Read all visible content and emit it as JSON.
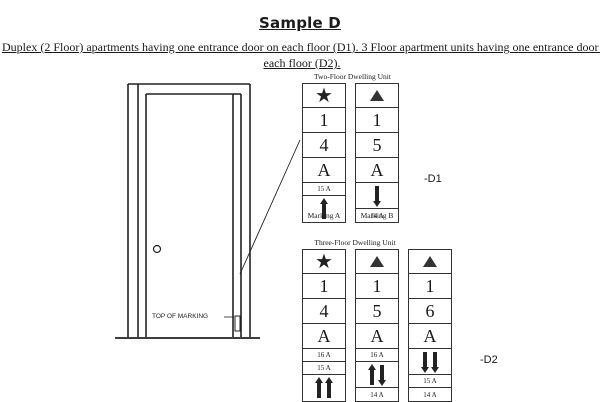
{
  "header": {
    "title": "Sample D",
    "subtitle_line1": "Duplex (2 Floor) apartments having one entrance door on each floor (D1). 3 Floor apartment units having one entrance door on",
    "subtitle_line2": "each floor (D2)."
  },
  "door": {
    "label": "TOP OF MARKING"
  },
  "two_floor": {
    "caption": "Two-Floor Dwelling Unit",
    "side_label": "-D1",
    "signs": [
      {
        "name": "Marking A",
        "symbol": "star-icon",
        "building": "1",
        "unit_number": "4",
        "unit_letter": "A",
        "floors": [
          "15 A"
        ],
        "arrows": [
          "up"
        ],
        "arrow_position": "below"
      },
      {
        "name": "Marking B",
        "symbol": "triangle-icon",
        "building": "1",
        "unit_number": "5",
        "unit_letter": "A",
        "floors": [
          "14 A"
        ],
        "arrows": [
          "down"
        ],
        "arrow_position": "above"
      }
    ]
  },
  "three_floor": {
    "caption": "Three-Floor Dwelling Unit",
    "side_label": "-D2",
    "signs": [
      {
        "symbol": "star-icon",
        "building": "1",
        "unit_number": "4",
        "unit_letter": "A",
        "floors_top": [
          "16 A",
          "15 A"
        ],
        "arrows": [
          "up",
          "up"
        ],
        "floors_bottom": []
      },
      {
        "symbol": "triangle-icon",
        "building": "1",
        "unit_number": "5",
        "unit_letter": "A",
        "floors_top": [
          "16 A"
        ],
        "arrows": [
          "up",
          "down"
        ],
        "floors_bottom": [
          "14 A"
        ]
      },
      {
        "symbol": "triangle-icon",
        "building": "1",
        "unit_number": "6",
        "unit_letter": "A",
        "floors_top": [],
        "arrows": [
          "down",
          "down"
        ],
        "floors_bottom": [
          "15 A",
          "14 A"
        ]
      }
    ]
  }
}
